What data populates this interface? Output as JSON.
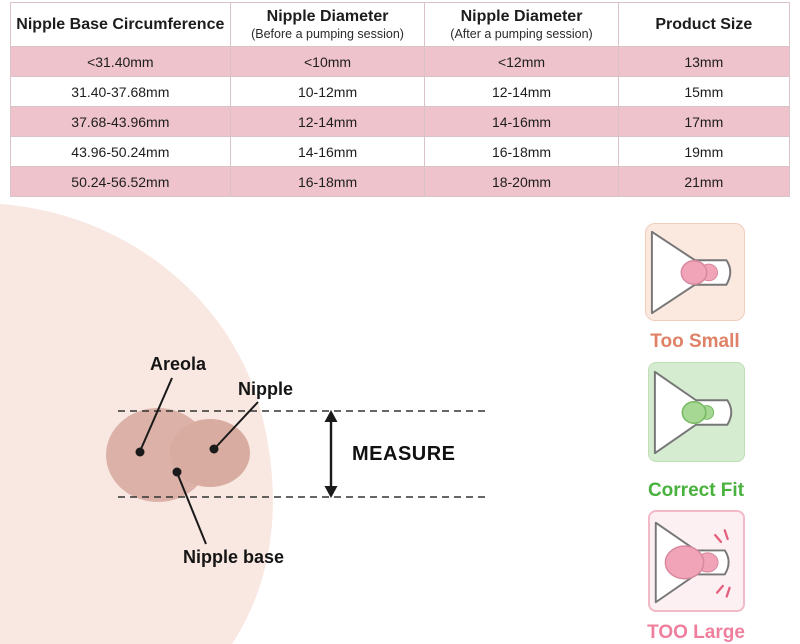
{
  "table": {
    "headers": [
      {
        "title": "Nipple Base Circumference",
        "subtitle": ""
      },
      {
        "title": "Nipple Diameter",
        "subtitle": "(Before a pumping session)"
      },
      {
        "title": "Nipple Diameter",
        "subtitle": "(After a pumping session)"
      },
      {
        "title": "Product Size",
        "subtitle": ""
      }
    ],
    "rows": [
      [
        "<31.40mm",
        "<10mm",
        "<12mm",
        "13mm"
      ],
      [
        "31.40-37.68mm",
        "10-12mm",
        "12-14mm",
        "15mm"
      ],
      [
        "37.68-43.96mm",
        "12-14mm",
        "14-16mm",
        "17mm"
      ],
      [
        "43.96-50.24mm",
        "14-16mm",
        "16-18mm",
        "19mm"
      ],
      [
        "50.24-56.52mm",
        "16-18mm",
        "18-20mm",
        "21mm"
      ]
    ]
  },
  "diagram": {
    "labels": {
      "areola": "Areola",
      "nipple": "Nipple",
      "nipple_base": "Nipple base",
      "measure": "MEASURE"
    }
  },
  "fit_guide": [
    {
      "label": "Too Small",
      "color": "#df8166"
    },
    {
      "label": "Correct Fit",
      "color": "#49b13e"
    },
    {
      "label": "TOO Large",
      "color": "#ef7f9d"
    }
  ],
  "colors": {
    "row_pink": "#efc3cb",
    "skin": "#f9e7e1",
    "areola": "#dbb1a8",
    "nipple": "#d9aca2"
  }
}
